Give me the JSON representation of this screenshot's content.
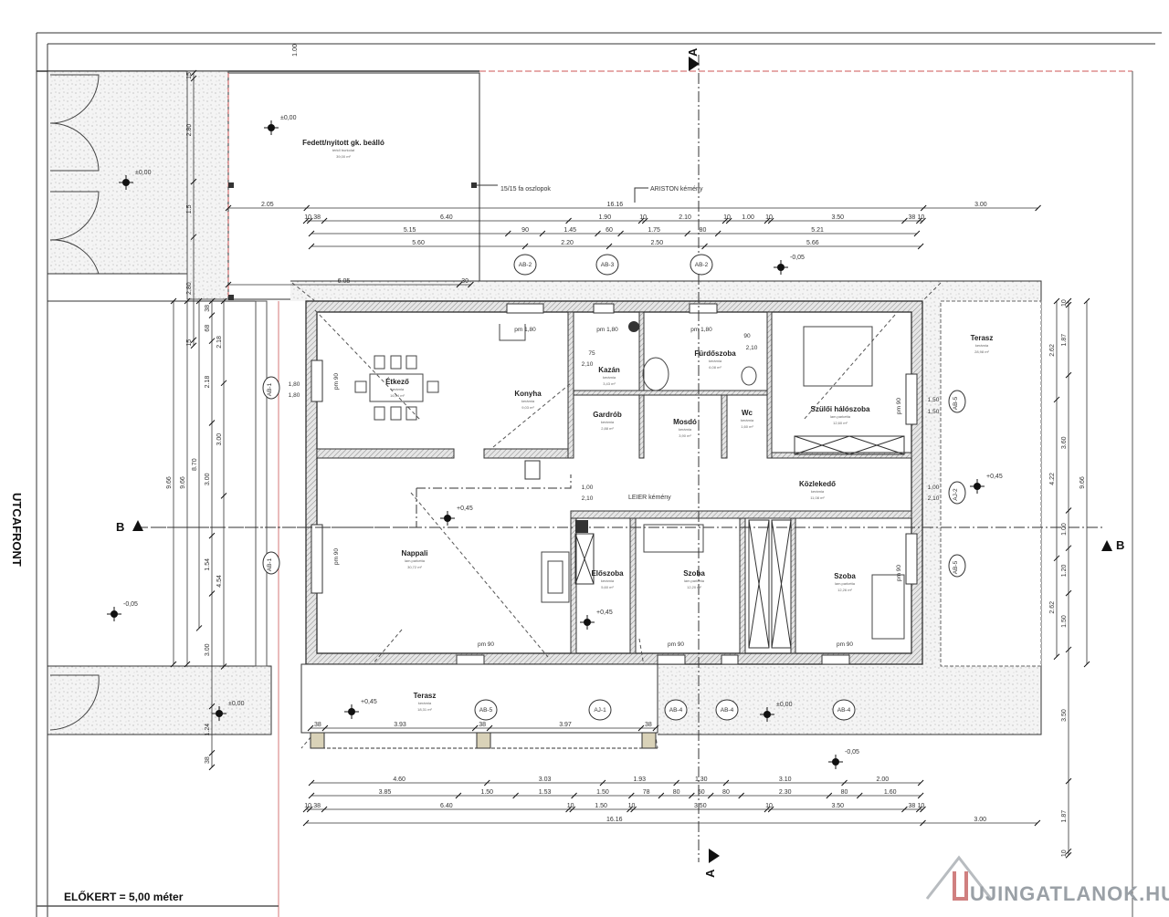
{
  "sheet": {
    "top_offset": "1.00",
    "street_label": "UTCAFRONT",
    "front_garden": "ELŐKERT = 5,00 méter",
    "watermark": "UJINGATLANOK.HU",
    "section_a": "A",
    "section_b": "B"
  },
  "annotations": {
    "columns_note": "15/15 fa oszlopok",
    "ariston": "ARISTON kémény",
    "leier": "LEIER kémény"
  },
  "levels": {
    "carport": "±0,00",
    "left_yard": "±0,00",
    "top_right": "-0,05",
    "nappali": "+0,45",
    "eloszoba": "+0,45",
    "right_terrace": "+0,45",
    "left_lower": "-0,05",
    "bottom_left": "±0,00",
    "terrace_bottom": "+0,45",
    "bottom_mid": "±0,00",
    "bottom_right": "-0,05"
  },
  "rooms": {
    "carport": {
      "name": "Fedett/nyitott gk. beálló",
      "finish": "térkő burkolat",
      "area": "39,00 m²"
    },
    "etkezo": {
      "name": "Étkező",
      "finish": "kerámia",
      "area": "16,04 m²"
    },
    "konyha": {
      "name": "Konyha",
      "finish": "kerámia",
      "area": "9,03 m²"
    },
    "kazan": {
      "name": "Kazán",
      "finish": "kerámia",
      "area": "3,43 m²"
    },
    "furdo": {
      "name": "Fürdőszoba",
      "finish": "kerámia",
      "area": "6,08 m²"
    },
    "gardrob": {
      "name": "Gardrób",
      "finish": "kerámia",
      "area": "2,88 m²"
    },
    "mosdo": {
      "name": "Mosdó",
      "finish": "kerámia",
      "area": "3,90 m²"
    },
    "wc": {
      "name": "Wc",
      "finish": "kerámia",
      "area": "1,60 m²"
    },
    "haloszoba": {
      "name": "Szülői hálószoba",
      "finish": "lam.parketta",
      "area": "12,60 m²"
    },
    "kozlekedo": {
      "name": "Közlekedő",
      "finish": "kerámia",
      "area": "11,08 m²"
    },
    "nappali": {
      "name": "Nappali",
      "finish": "lam.parketta",
      "area": "30,72 m²"
    },
    "eloszoba": {
      "name": "Előszoba",
      "finish": "kerámia",
      "area": "5,60 m²"
    },
    "szoba1": {
      "name": "Szoba",
      "finish": "lam.parketta",
      "area": "12,20 m²"
    },
    "szoba2": {
      "name": "Szoba",
      "finish": "lam.parketta",
      "area": "12,26 m²"
    },
    "terasz_right": {
      "name": "Terasz",
      "finish": "kerámia",
      "area": "28,98 m²"
    },
    "terasz_bottom": {
      "name": "Terasz",
      "finish": "kerámia",
      "area": "18,31 m²"
    }
  },
  "openings": {
    "pm_kitchen": "pm 1,80",
    "pm_kazan": "pm 1,80",
    "pm_furdo": "pm 1,80",
    "pm90_etkezo": "pm 90",
    "pm90_nappali": "pm 90",
    "pm90_halo": "pm 90",
    "pm90_szoba": "pm 90",
    "pm90_bottom1": "pm 90",
    "pm90_bottom2": "pm 90",
    "pm90_bottom3": "pm 90",
    "door_kazan": [
      "75",
      "2,10"
    ],
    "door_furdo": [
      "90",
      "2,10"
    ],
    "door_kozl": [
      "1,00",
      "2,10"
    ],
    "door_right": [
      "1,00",
      "2,10"
    ],
    "win_right": [
      "1,50",
      "1,50"
    ],
    "win_left": [
      "1,80",
      "1,80"
    ]
  },
  "tags": {
    "top": [
      "AB-2",
      "AB-3",
      "AB-2"
    ],
    "left": [
      "AB-1",
      "AB-1"
    ],
    "right": [
      "AB-5",
      "AJ-2",
      "AB-5"
    ],
    "bottom": [
      "AB-5",
      "AJ-1",
      "AB-4",
      "AB-4",
      "AB-4"
    ]
  },
  "dimensions": {
    "top_rows": [
      [
        "2.05",
        "16.16",
        "3.00"
      ],
      [
        "10",
        "38",
        "6.40",
        "1.90",
        "10",
        "2.10",
        "10",
        "1.00",
        "10",
        "3.50",
        "38",
        "10"
      ],
      [
        "5.15",
        "90",
        "1.45",
        "60",
        "1.75",
        "80",
        "5.21"
      ],
      [
        "5.60",
        "2.20",
        "2.50",
        "5.66"
      ]
    ],
    "carport_row": [
      "6.05",
      "30"
    ],
    "bottom_rows": [
      [
        "4.60",
        "3.03",
        "1.93",
        "1.30",
        "3.10",
        "2.00"
      ],
      [
        "3.85",
        "1.50",
        "1.53",
        "1.50",
        "78",
        "80",
        "50",
        "80",
        "2.30",
        "80",
        "1.60"
      ],
      [
        "10",
        "38",
        "6.40",
        "10",
        "1.50",
        "10",
        "3.50",
        "10",
        "3.50",
        "38",
        "10"
      ],
      [
        "16.16",
        "3.00"
      ]
    ],
    "terrace_row": [
      "38",
      "3.93",
      "38",
      "3.97",
      "38"
    ],
    "left_cols": [
      [
        "9.66"
      ],
      [
        "9.66"
      ],
      [
        "8.70"
      ],
      [
        "38",
        "68",
        "2.18",
        "3.00",
        "1.54",
        "3.00",
        "1.24",
        "38"
      ],
      [
        "2.18",
        "3.00",
        "4.54"
      ]
    ],
    "carport_col": [
      "15",
      "2.80",
      "1.5",
      "2.80",
      "15"
    ],
    "carport_total": "6.05",
    "right_cols": [
      [
        "10",
        "1.87",
        "3.60",
        "1.00",
        "1.20",
        "1.50",
        "3.50",
        "1.87",
        "10"
      ],
      [
        "2.62",
        "4.22",
        "2.62"
      ],
      [
        "9.66"
      ]
    ]
  }
}
